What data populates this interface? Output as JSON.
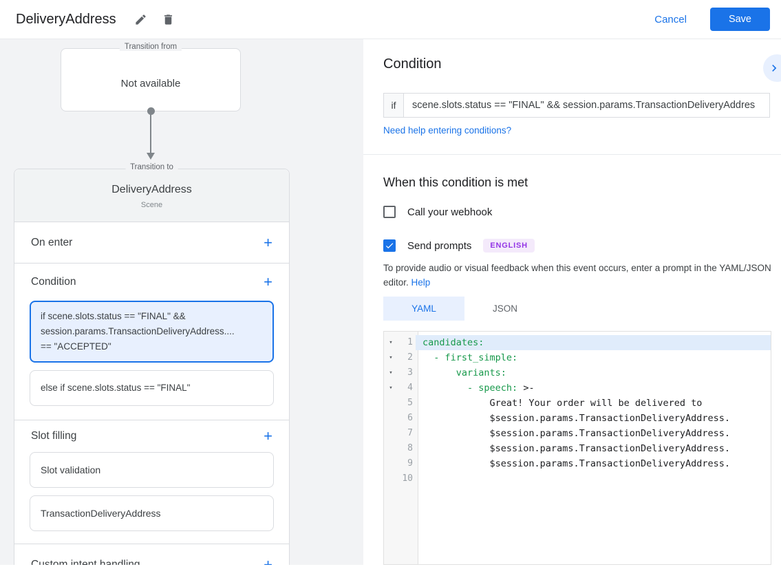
{
  "header": {
    "title": "DeliveryAddress",
    "cancel_label": "Cancel",
    "save_label": "Save"
  },
  "icons": {
    "add": "+",
    "fold": "▾"
  },
  "colors": {
    "accent_blue": "#1a73e8",
    "selected_condition_bg": "#e8f0fe",
    "code_key_green": "#18994b",
    "badge_purple": "#9334e6",
    "badge_bg": "#f4eafb",
    "panel_gray": "#f2f3f5"
  },
  "flow": {
    "transition_from": {
      "legend": "Transition from",
      "value": "Not available"
    },
    "transition_to": {
      "legend": "Transition to",
      "title": "DeliveryAddress",
      "subtitle": "Scene",
      "on_enter_label": "On enter",
      "condition_label": "Condition",
      "condition_cards": [
        {
          "text": "if scene.slots.status == \"FINAL\" &&\nsession.params.TransactionDeliveryAddress....\n== \"ACCEPTED\"",
          "selected": true
        },
        {
          "text": "else if scene.slots.status == \"FINAL\"",
          "selected": false
        }
      ],
      "slot_filling_label": "Slot filling",
      "slot_cards": [
        "Slot validation",
        "TransactionDeliveryAddress"
      ],
      "custom_intent_label": "Custom intent handling"
    }
  },
  "condition_panel": {
    "title": "Condition",
    "if_label": "if",
    "expression": "scene.slots.status == \"FINAL\" && session.params.TransactionDeliveryAddres",
    "help_link": "Need help entering conditions?"
  },
  "handler_panel": {
    "title": "When this condition is met",
    "webhook_label": "Call your webhook",
    "webhook_checked": false,
    "prompts_label": "Send prompts",
    "prompts_checked": true,
    "language_badge": "ENGLISH",
    "description": "To provide audio or visual feedback when this event occurs, enter a prompt in the YAML/JSON editor.",
    "help_link": "Help",
    "tabs": [
      {
        "label": "YAML",
        "active": true
      },
      {
        "label": "JSON",
        "active": false
      }
    ]
  },
  "editor": {
    "lines": [
      {
        "n": "1",
        "fold": true,
        "hl": true,
        "segs": [
          [
            "k",
            "candidates:"
          ]
        ]
      },
      {
        "n": "2",
        "fold": true,
        "segs": [
          [
            "k",
            "  - first_simple:"
          ]
        ]
      },
      {
        "n": "3",
        "fold": true,
        "segs": [
          [
            "k",
            "      variants:"
          ]
        ]
      },
      {
        "n": "4",
        "fold": true,
        "segs": [
          [
            "k",
            "        - speech: "
          ],
          [
            "t",
            ">-"
          ]
        ]
      },
      {
        "n": "5",
        "segs": [
          [
            "t",
            "            Great! Your order will be delivered to"
          ]
        ]
      },
      {
        "n": "6",
        "segs": [
          [
            "t",
            "            $session.params.TransactionDeliveryAddress."
          ]
        ]
      },
      {
        "n": "7",
        "segs": [
          [
            "t",
            "            $session.params.TransactionDeliveryAddress."
          ]
        ]
      },
      {
        "n": "8",
        "segs": [
          [
            "t",
            "            $session.params.TransactionDeliveryAddress."
          ]
        ]
      },
      {
        "n": "9",
        "segs": [
          [
            "t",
            "            $session.params.TransactionDeliveryAddress."
          ]
        ]
      },
      {
        "n": "10",
        "segs": []
      }
    ]
  }
}
